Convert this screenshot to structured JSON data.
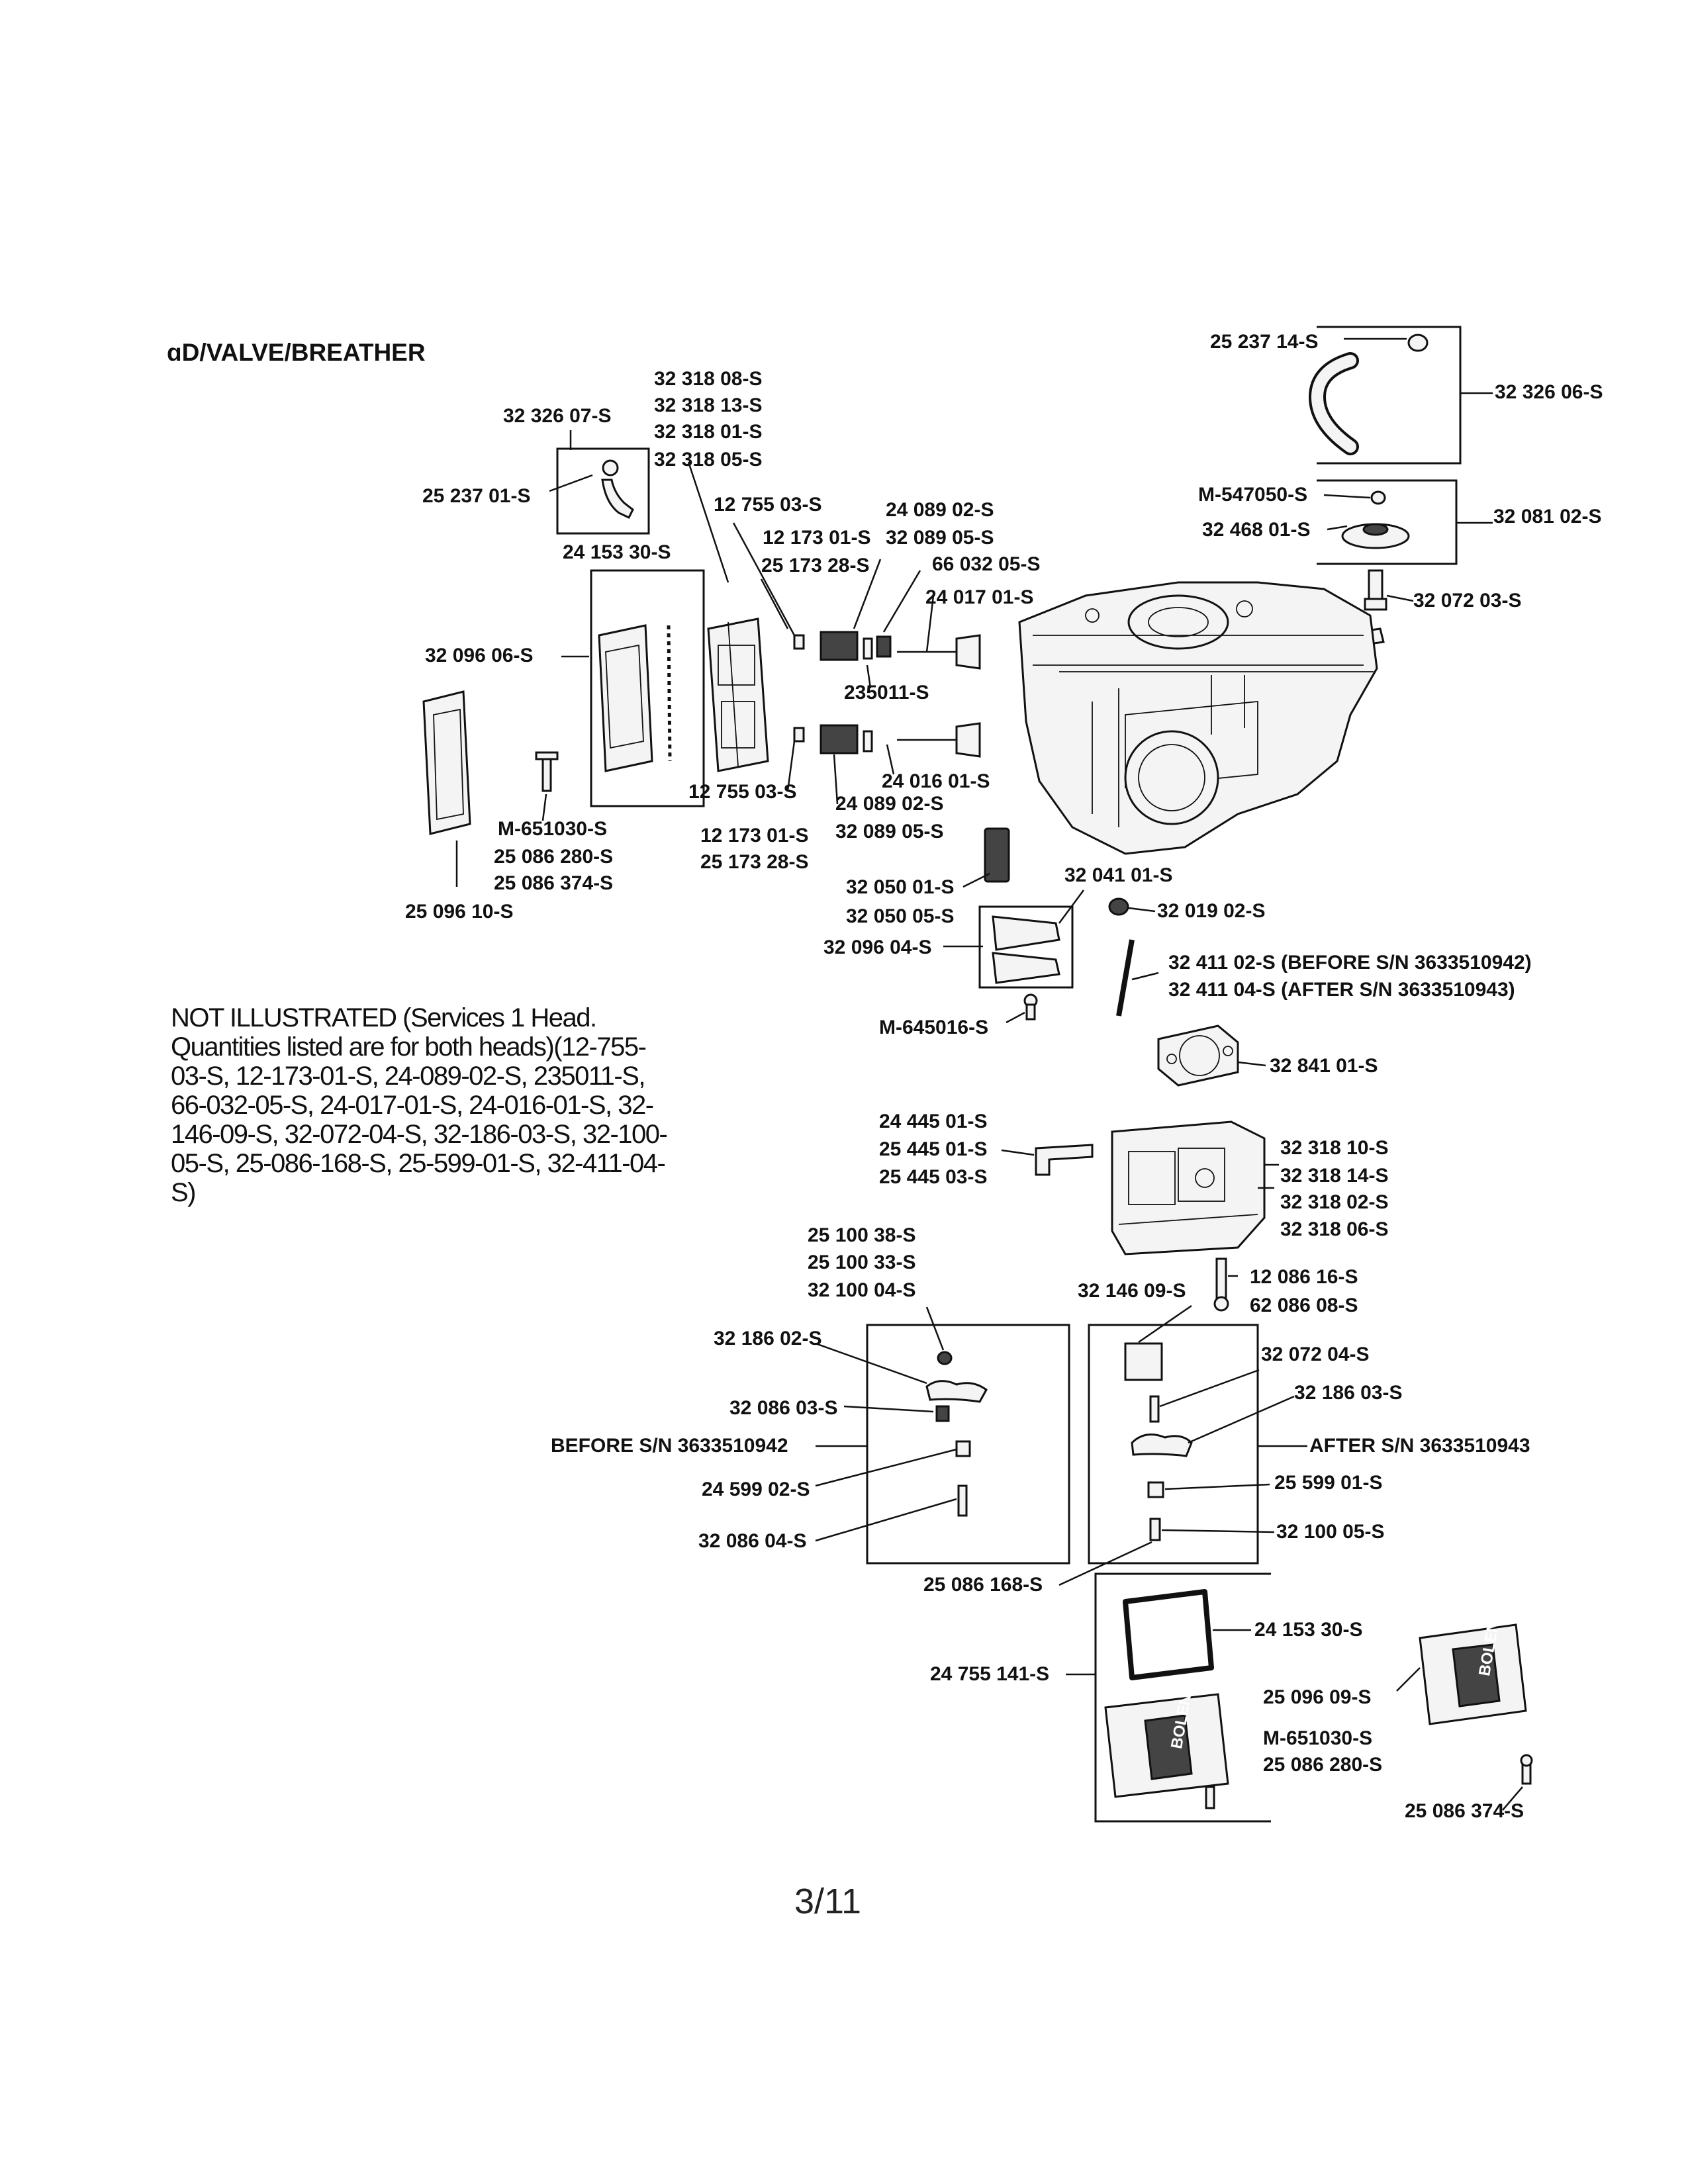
{
  "title": "ɑD/VALVE/BREATHER",
  "page_number": "3/11",
  "not_illustrated_note": "NOT ILLUSTRATED (Services 1 Head. Quantities listed are for both heads)(12-755-03-S, 12-173-01-S, 24-089-02-S, 235011-S, 66-032-05-S, 24-017-01-S, 24-016-01-S, 32-146-09-S, 32-072-04-S, 32-186-03-S, 32-100-05-S, 25-086-168-S, 25-599-01-S, 32-411-04-S)",
  "part_labels": {
    "p32_318_08": "32 318 08-S",
    "p32_318_13": "32 318 13-S",
    "p32_318_01": "32 318 01-S",
    "p32_318_05": "32 318 05-S",
    "p32_326_07": "32 326 07-S",
    "p25_237_01": "25 237 01-S",
    "p12_755_03_top": "12 755 03-S",
    "p24_089_02_top": "24 089 02-S",
    "p12_173_01_top": "12 173 01-S",
    "p32_089_05_top": "32 089 05-S",
    "p25_173_28_top": "25 173 28-S",
    "p66_032_05": "66 032 05-S",
    "p24_153_30_left": "24 153 30-S",
    "p24_017_01": "24 017 01-S",
    "p32_096_06": "32 096 06-S",
    "p235011": "235011-S",
    "p24_016_01": "24 016 01-S",
    "p12_755_03_bot": "12 755 03-S",
    "p24_089_02_bot": "24 089 02-S",
    "pM_651030_left": "M-651030-S",
    "p12_173_01_bot": "12 173 01-S",
    "p32_089_05_bot": "32 089 05-S",
    "p25_086_280_left": "25 086 280-S",
    "p25_173_28_bot": "25 173 28-S",
    "p25_086_374_left": "25 086 374-S",
    "p25_096_10": "25 096 10-S",
    "p25_237_14": "25 237 14-S",
    "p32_326_06": "32 326 06-S",
    "pM_547050": "M-547050-S",
    "p32_081_02": "32 081 02-S",
    "p32_468_01": "32 468 01-S",
    "p32_072_03": "32 072 03-S",
    "p32_050_01": "32 050 01-S",
    "p32_050_05": "32 050 05-S",
    "p32_041_01": "32 041 01-S",
    "p32_019_02": "32 019 02-S",
    "p32_096_04": "32 096 04-S",
    "p32_411_02": "32 411 02-S (BEFORE S/N 3633510942)",
    "p32_411_04": "32 411 04-S (AFTER S/N 3633510943)",
    "pM_645016": "M-645016-S",
    "p32_841_01": "32 841 01-S",
    "p24_445_01": "24 445 01-S",
    "p25_445_01": "25 445 01-S",
    "p25_445_03": "25 445 03-S",
    "p32_318_10": "32 318 10-S",
    "p32_318_14": "32 318 14-S",
    "p32_318_02": "32 318 02-S",
    "p32_318_06": "32 318 06-S",
    "p25_100_38": "25 100 38-S",
    "p25_100_33": "25 100 33-S",
    "p32_100_04": "32 100 04-S",
    "p32_146_09": "32 146 09-S",
    "p12_086_16": "12 086 16-S",
    "p62_086_08": "62 086 08-S",
    "p32_186_02": "32 186 02-S",
    "p32_072_04": "32 072 04-S",
    "p32_186_03": "32 186 03-S",
    "p32_086_03": "32 086 03-S",
    "before_sn": "BEFORE S/N 3633510942",
    "after_sn": "AFTER S/N 3633510943",
    "p24_599_02": "24 599 02-S",
    "p25_599_01": "25 599 01-S",
    "p32_086_04": "32 086 04-S",
    "p32_100_05": "32 100 05-S",
    "p25_086_168": "25 086 168-S",
    "p24_153_30_right": "24 153 30-S",
    "p24_755_141": "24 755 141-S",
    "p25_096_09": "25 096 09-S",
    "pM_651030_right": "M-651030-S",
    "p25_086_280_right": "25 086 280-S",
    "p25_086_374_right": "25 086 374-S"
  },
  "cover_emblem": "BOLENS"
}
